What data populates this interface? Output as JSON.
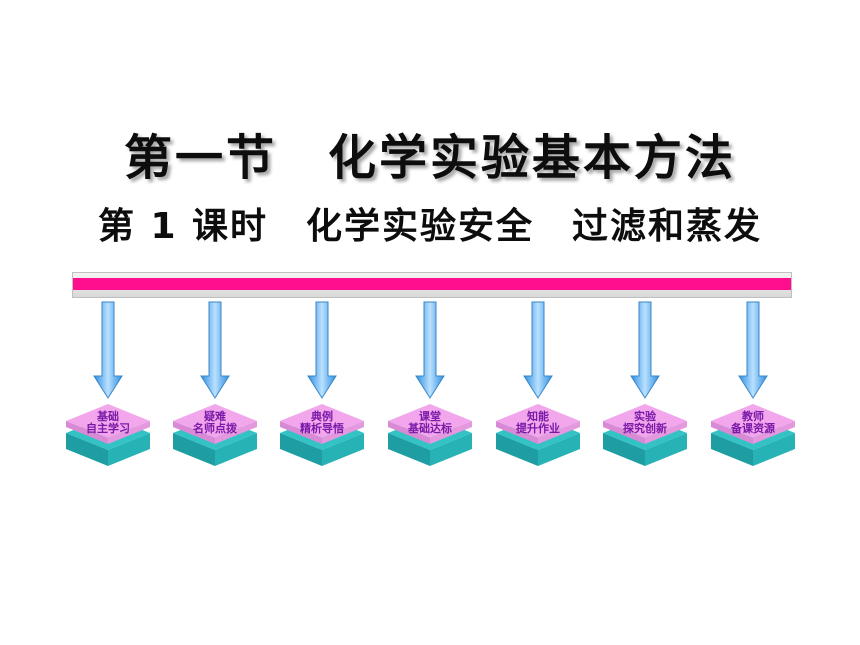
{
  "title": "第一节　化学实验基本方法",
  "subtitle": "第 1 课时　化学实验安全　过滤和蒸发",
  "colors": {
    "accent_bar": "#ff0f8e",
    "arrow": "#5eb0f2",
    "tile_top": "#f2a6ec",
    "tile_side": "#33c3c5",
    "label": "#7a1aa8"
  },
  "nodes": [
    {
      "line1": "基础",
      "line2": "自主学习"
    },
    {
      "line1": "疑难",
      "line2": "名师点拨"
    },
    {
      "line1": "典例",
      "line2": "精析导悟"
    },
    {
      "line1": "课堂",
      "line2": "基础达标"
    },
    {
      "line1": "知能",
      "line2": "提升作业"
    },
    {
      "line1": "实验",
      "line2": "探究创新"
    },
    {
      "line1": "教师",
      "line2": "备课资源"
    }
  ]
}
